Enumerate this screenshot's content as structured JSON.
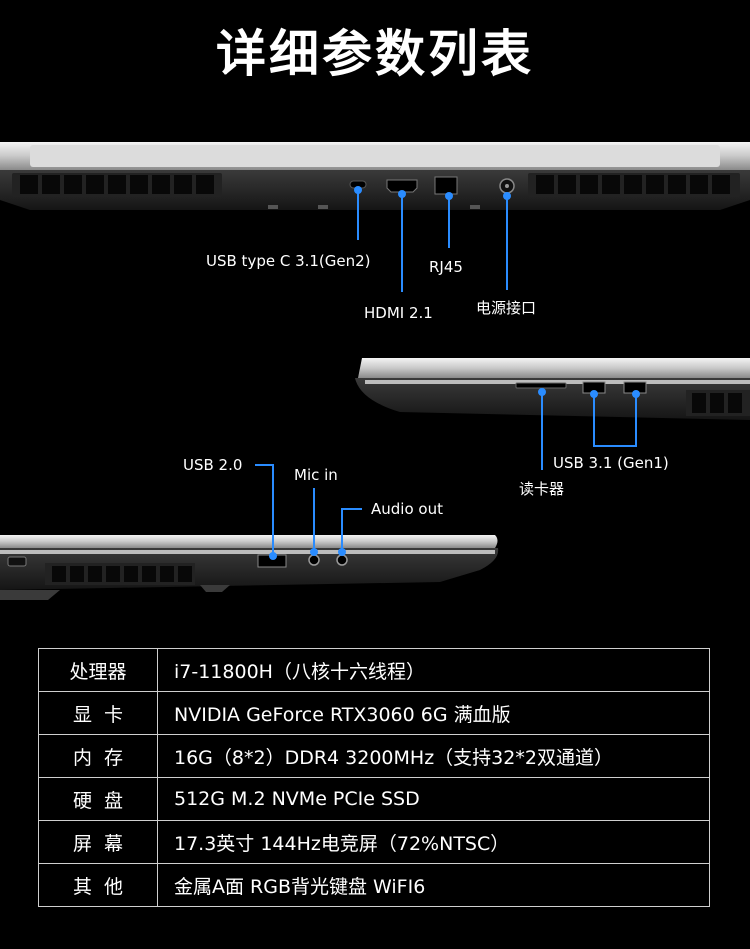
{
  "title": "详细参数列表",
  "ports_rear": {
    "usb_c": "USB type C 3.1(Gen2)",
    "hdmi": "HDMI 2.1",
    "rj45": "RJ45",
    "power": "电源接口"
  },
  "ports_right": {
    "usb31": "USB 3.1 (Gen1)",
    "card_reader": "读卡器"
  },
  "ports_left": {
    "usb20": "USB 2.0",
    "mic": "Mic in",
    "audio": "Audio out"
  },
  "specs": [
    {
      "key": "处理器",
      "value": "i7-11800H（八核十六线程）"
    },
    {
      "key": "显  卡",
      "value": "NVIDIA GeForce RTX3060 6G 满血版"
    },
    {
      "key": "内  存",
      "value": "16G（8*2）DDR4 3200MHz（支持32*2双通道）"
    },
    {
      "key": "硬  盘",
      "value": "512G M.2 NVMe PCIe SSD"
    },
    {
      "key": "屏  幕",
      "value": "17.3英寸 144Hz电竞屏（72%NTSC）"
    },
    {
      "key": "其  他",
      "value": "金属A面 RGB背光键盘 WiFI6"
    }
  ]
}
